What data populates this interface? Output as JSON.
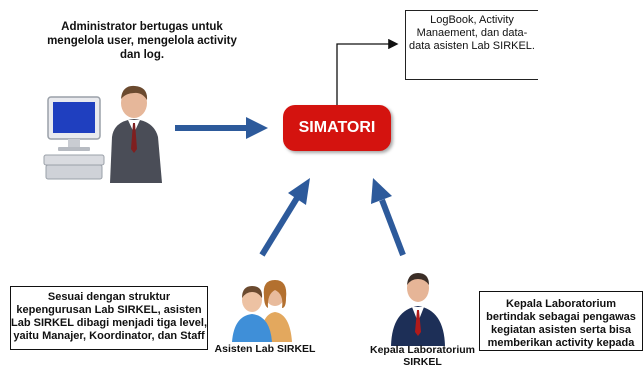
{
  "admin": {
    "description": "Administrator bertugas untuk mengelola user, mengelola activity dan log."
  },
  "center": {
    "label": "SIMATORI"
  },
  "output": {
    "text": "LogBook, Activity Manaement, dan data-data asisten Lab SIRKEL."
  },
  "asisten": {
    "description": "Sesuai dengan struktur kepengurusan Lab SIRKEL, asisten Lab SIRKEL dibagi menjadi tiga level, yaitu Manajer, Koordinator, dan Staff",
    "label": "Asisten Lab SIRKEL"
  },
  "kepala": {
    "description": "Kepala Laboratorium bertindak sebagai pengawas kegiatan asisten serta bisa memberikan activity kepada semua asisten",
    "label": "Kepala Laboratorium SIRKEL"
  },
  "colors": {
    "arrow_blue": "#2d5a9b",
    "simatori_red": "#d4130f"
  }
}
